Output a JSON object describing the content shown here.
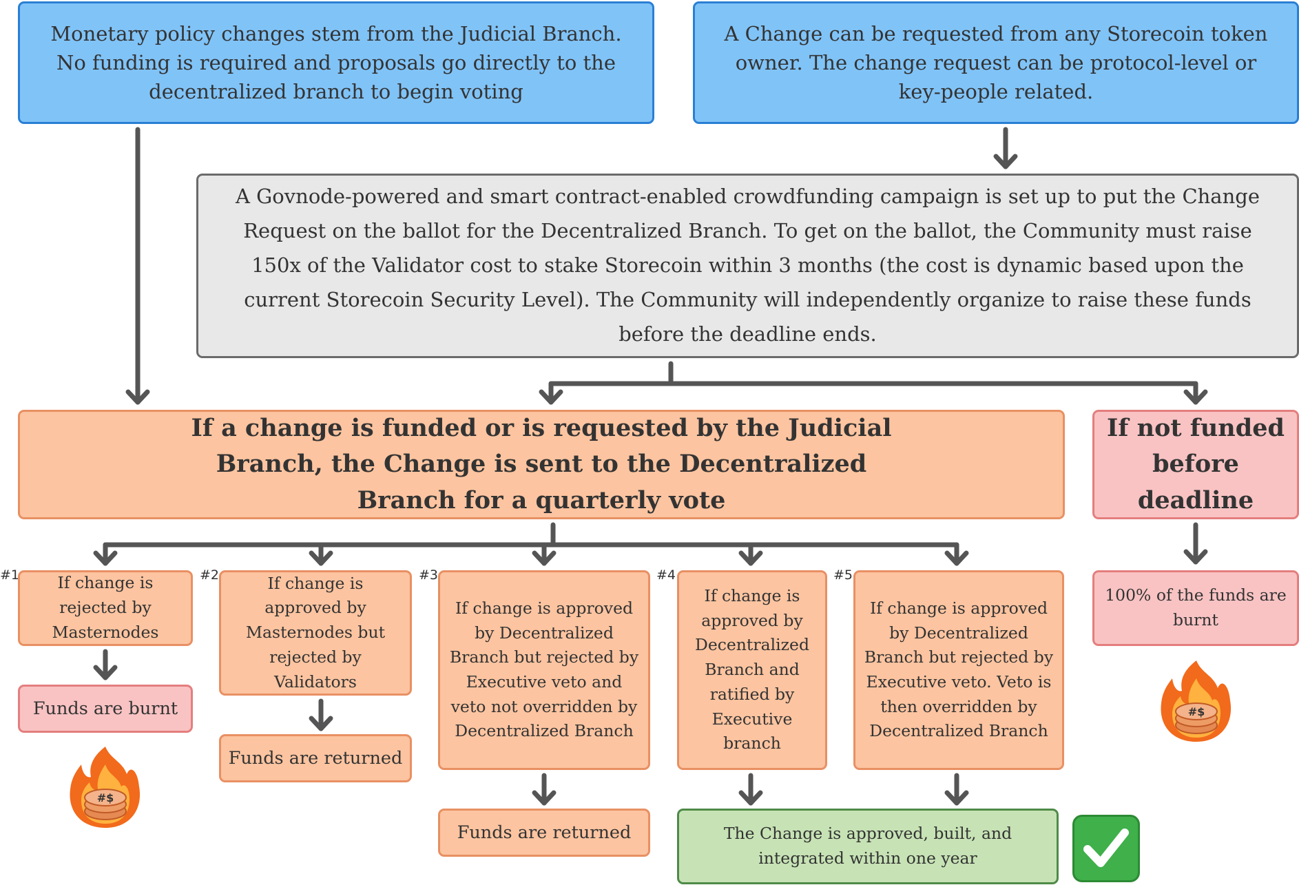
{
  "boxes": {
    "judicial": "Monetary policy changes stem from the Judicial Branch. No funding is required and proposals go directly to the decentralized branch to begin voting",
    "token_owner": "A Change can be requested from any Storecoin token owner. The change request can be protocol-level or key-people related.",
    "crowdfunding": "A Govnode-powered and smart contract-enabled crowdfunding campaign is set up to put the Change Request on the ballot for the Decentralized Branch. To get on the ballot, the Community must raise 150x of the Validator cost to stake Storecoin within 3 months (the cost is dynamic based upon the current Storecoin Security Level). The Community will independently organize to raise these funds before the deadline ends.",
    "funded": "If a change is funded or is requested by the Judicial Branch, the Change is sent to the Decentralized Branch for a quarterly vote",
    "not_funded": "If not funded before deadline",
    "funds_burnt_all": "100% of the funds are burnt",
    "outcome1": "If change is rejected by Masternodes",
    "outcome2": "If change is approved by Masternodes but rejected by Validators",
    "outcome3": "If change is approved by Decentralized Branch but rejected by Executive veto and veto not overridden by Decentralized Branch",
    "outcome4": "If change is approved by Decentralized Branch and ratified by Executive branch",
    "outcome5": "If change is approved by Decentralized Branch but rejected by Executive veto. Veto is then overridden by Decentralized Branch",
    "result1": "Funds are burnt",
    "result2": "Funds are returned",
    "result3": "Funds are returned",
    "result_final": "The Change is approved, built, and integrated within one year"
  },
  "labels": {
    "n1": "#1",
    "n2": "#2",
    "n3": "#3",
    "n4": "#4",
    "n5": "#5"
  },
  "icons": [
    "fire-coins-icon",
    "fire-coins-icon",
    "check-mark-icon"
  ],
  "colors": {
    "blue": "#80c3f7",
    "gray": "#e8e8e8",
    "orange": "#fcc4a0",
    "pink": "#f9c3c3",
    "green": "#c7e3b5",
    "arrow": "#555555"
  }
}
